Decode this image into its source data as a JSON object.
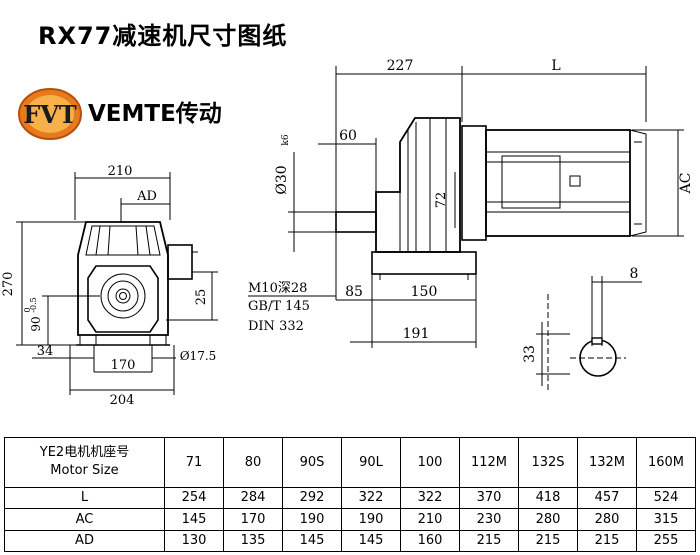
{
  "title": "RX77减速机尺寸图纸",
  "brand": {
    "logo_text": "FVT",
    "name": "VEMTE传动"
  },
  "front_view": {
    "dims": {
      "width_210": "210",
      "ad": "AD",
      "height_270": "270",
      "shaft_height": "90",
      "shaft_tol_upper": "0",
      "shaft_tol_lower": "-0.5",
      "dim_25": "25",
      "dim_34": "34",
      "dim_170": "170",
      "dim_204": "204",
      "hole": "Ø17.5"
    }
  },
  "side_view": {
    "dims": {
      "dim_227": "227",
      "dim_l": "L",
      "dim_60": "60",
      "shaft_dia": "Ø30",
      "shaft_tol": "k6",
      "dim_72": "72",
      "dim_ac": "AC",
      "dim_85": "85",
      "dim_150": "150",
      "dim_191": "191"
    },
    "thread_note": {
      "line1": "M10深28",
      "line2": "GB/T 145",
      "line3": "DIN 332"
    }
  },
  "key_view": {
    "dims": {
      "key_width": "8",
      "key_height": "33"
    }
  },
  "table": {
    "header_line1": "YE2电机机座号",
    "header_line2": "Motor Size",
    "sizes": [
      "71",
      "80",
      "90S",
      "90L",
      "100",
      "112M",
      "132S",
      "132M",
      "160M"
    ],
    "rows": [
      {
        "label": "L",
        "values": [
          "254",
          "284",
          "292",
          "322",
          "322",
          "370",
          "418",
          "457",
          "524"
        ]
      },
      {
        "label": "AC",
        "values": [
          "145",
          "170",
          "190",
          "190",
          "210",
          "230",
          "280",
          "280",
          "315"
        ]
      },
      {
        "label": "AD",
        "values": [
          "130",
          "135",
          "145",
          "145",
          "160",
          "215",
          "215",
          "215",
          "255"
        ]
      }
    ]
  }
}
